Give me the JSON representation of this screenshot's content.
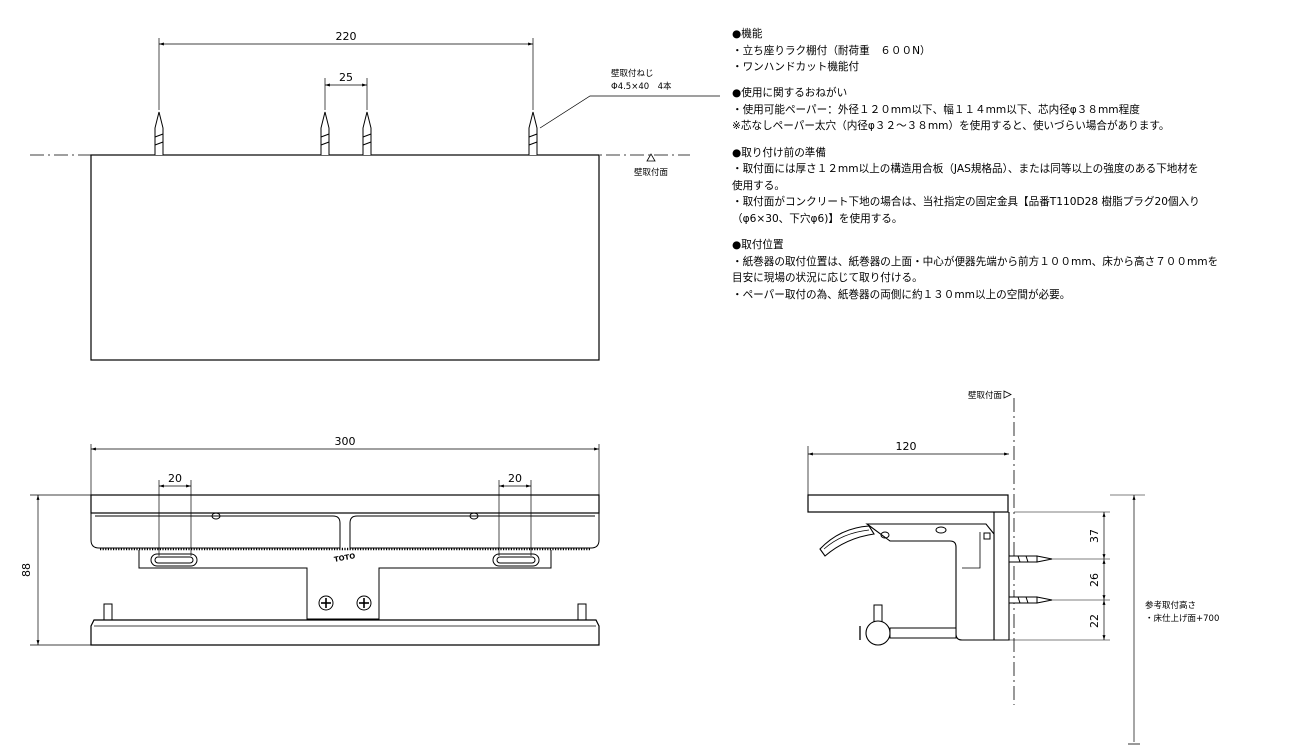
{
  "dimensions": {
    "top_width": "220",
    "top_screw_pitch": "25",
    "front_width": "300",
    "slot_left": "20",
    "slot_right": "20",
    "height": "88",
    "side_depth": "120",
    "side_a": "37",
    "side_b": "26",
    "side_c": "22"
  },
  "labels": {
    "screw_title": "壁取付ねじ",
    "screw_spec": "Φ4.5×40　4本",
    "wall_face_top": "壁取付面",
    "wall_face_side": "壁取付面",
    "logo": "TOTO",
    "ref_height_title": "参考取付高さ",
    "ref_height_value": "・床仕上げ面+700"
  },
  "notes": [
    {
      "heading": "●機能",
      "lines": [
        "・立ち座りラク棚付（耐荷重　６００N）",
        "・ワンハンドカット機能付"
      ]
    },
    {
      "heading": "●使用に関するおねがい",
      "lines": [
        "・使用可能ペーパー：外径１２０mm以下、幅１１４mm以下、芯内径φ３８mm程度",
        "※芯なしペーパー太穴（内径φ３２～３８mm）を使用すると、使いづらい場合があります。"
      ]
    },
    {
      "heading": "●取り付け前の準備",
      "lines": [
        "・取付面には厚さ１２mm以上の構造用合板（JAS規格品）、または同等以上の強度のある下地材を",
        "使用する。",
        "・取付面がコンクリート下地の場合は、当社指定の固定金具【品番T110D28 樹脂プラグ20個入り",
        "（φ6×30、下穴φ6)】を使用する。"
      ]
    },
    {
      "heading": "●取付位置",
      "lines": [
        "・紙巻器の取付位置は、紙巻器の上面・中心が便器先端から前方１００mm、床から高さ７００mmを",
        "目安に現場の状況に応じて取り付ける。",
        "・ペーパー取付の為、紙巻器の両側に約１３０mm以上の空間が必要。"
      ]
    }
  ]
}
